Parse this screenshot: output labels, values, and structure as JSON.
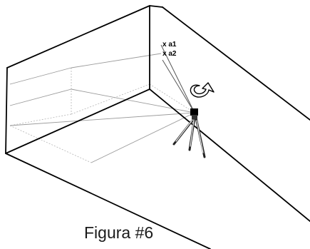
{
  "markers": {
    "a1": "x a1",
    "a2": "x a2"
  },
  "caption": "Figura #6"
}
